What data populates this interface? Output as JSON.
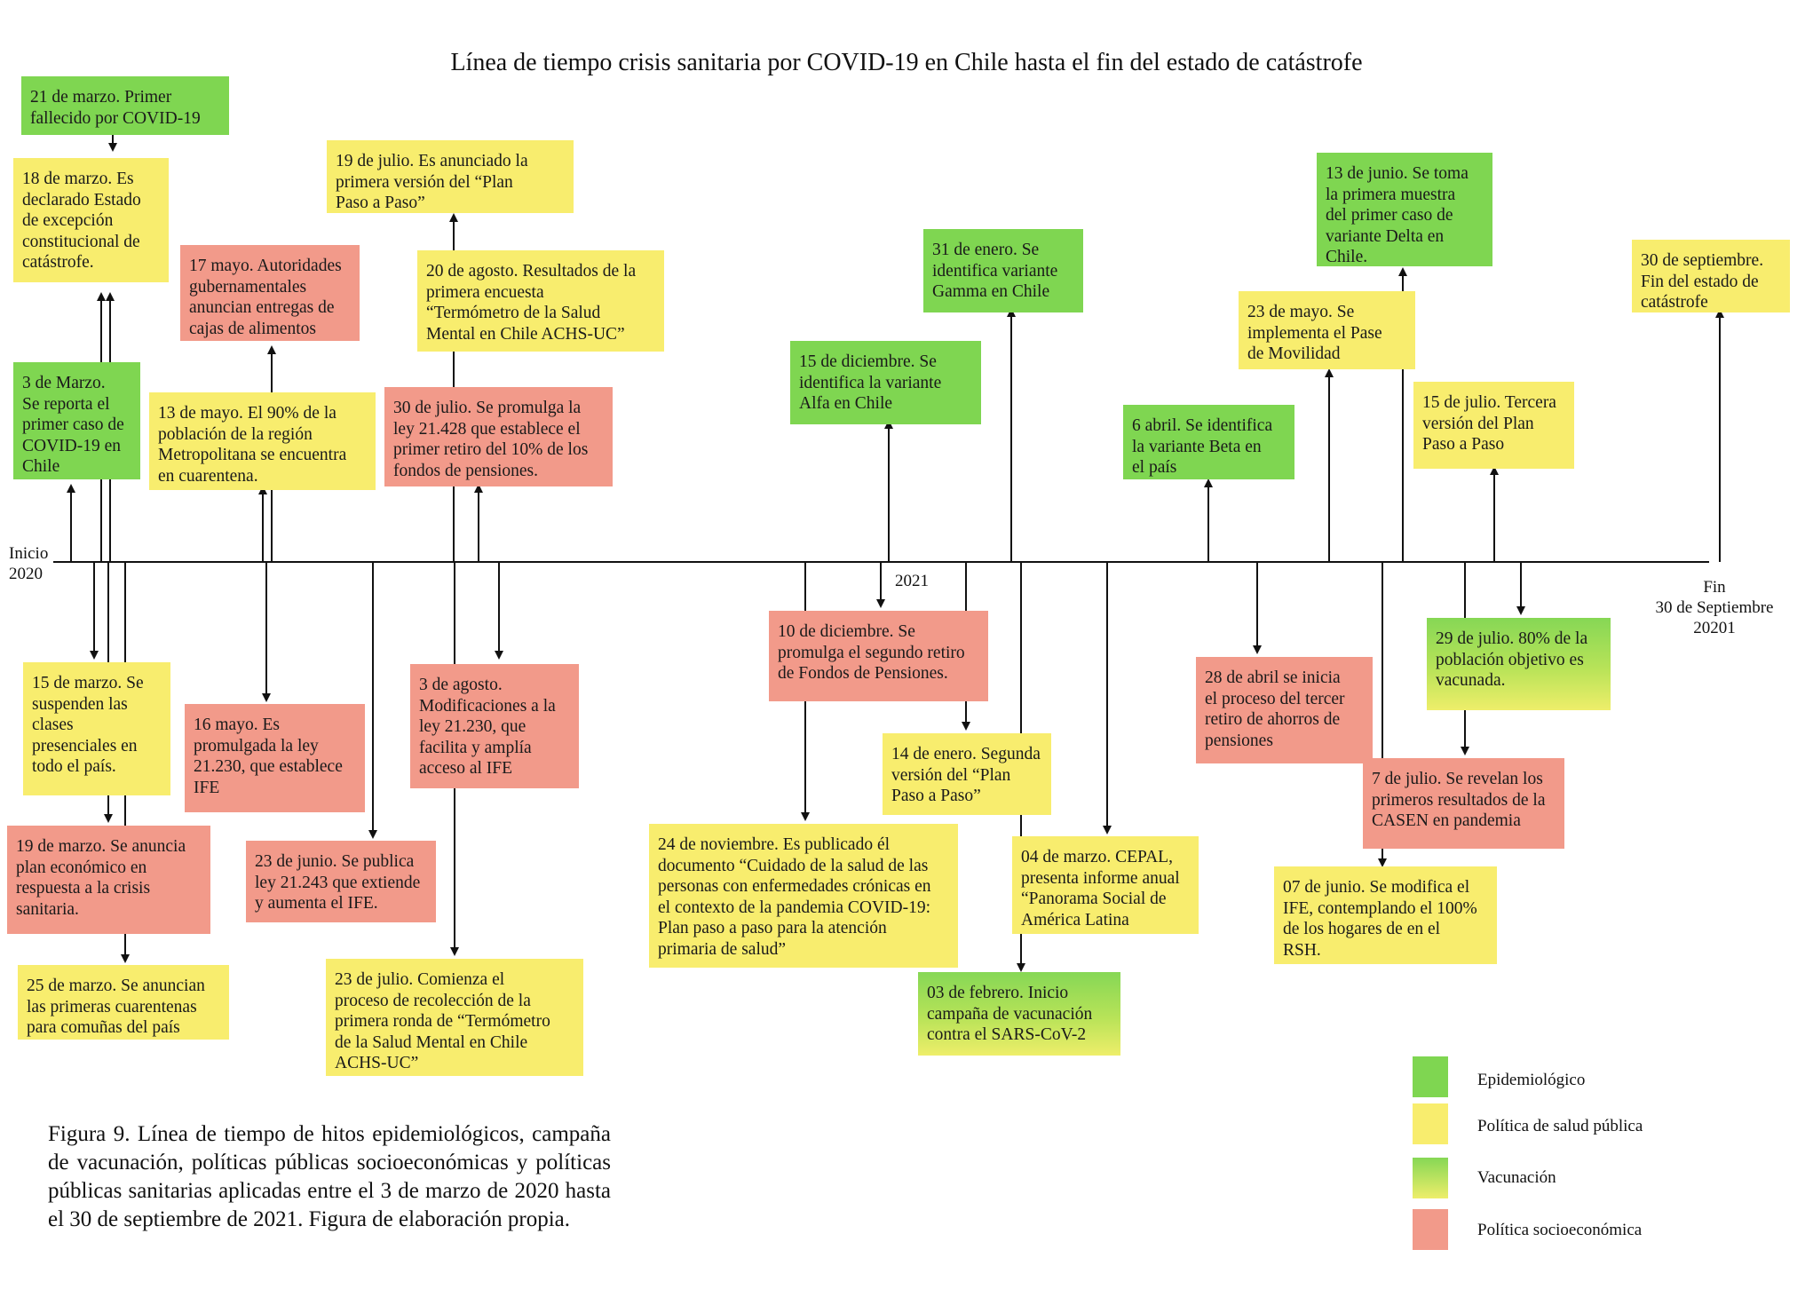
{
  "title": "Línea de tiempo crisis sanitaria por COVID-19 en Chile hasta el fin del estado de catástrofe",
  "timeline_labels": {
    "start": [
      "Inicio",
      "2020"
    ],
    "mid": "2021",
    "end": [
      "Fin",
      "30 de Septiembre",
      "20201"
    ]
  },
  "colors": {
    "epidemiologico": "#7fd651",
    "politica_salud": "#f8ed6e",
    "socioeconomica": "#f29a8a",
    "vacunacion_top": "#86d755",
    "vacunacion_bottom": "#eeee6a",
    "line": "#111111"
  },
  "events": [
    {
      "id": "e01",
      "category": "epidemiologico",
      "text": [
        "21 de marzo. Primer",
        "fallecido por COVID-19"
      ]
    },
    {
      "id": "e02",
      "category": "politica_salud",
      "text": [
        "18 de marzo. Es",
        "declarado Estado",
        "de excepción",
        "constitucional de",
        "catástrofe."
      ]
    },
    {
      "id": "e03",
      "category": "epidemiologico",
      "text": [
        "3 de Marzo.",
        "Se reporta el",
        "primer caso de",
        "COVID-19 en",
        "Chile"
      ]
    },
    {
      "id": "e04",
      "category": "socioeconomica",
      "text": [
        "17 mayo. Autoridades",
        "gubernamentales",
        "anuncian entregas de",
        "cajas de alimentos"
      ]
    },
    {
      "id": "e05",
      "category": "politica_salud",
      "text": [
        "13 de mayo. El 90% de la",
        "población de la región",
        "Metropolitana se encuentra",
        "en cuarentena."
      ]
    },
    {
      "id": "e06",
      "category": "politica_salud",
      "text": [
        "19 de julio. Es anunciado la",
        "primera versión del “Plan",
        "Paso a Paso”"
      ]
    },
    {
      "id": "e07",
      "category": "politica_salud",
      "text": [
        "20 de agosto. Resultados de la",
        "primera encuesta",
        "“Termómetro de la Salud",
        "Mental en Chile ACHS-UC”"
      ]
    },
    {
      "id": "e08",
      "category": "socioeconomica",
      "text": [
        "30 de julio. Se promulga la",
        "ley 21.428 que establece el",
        "primer retiro del 10% de los",
        "fondos de pensiones."
      ]
    },
    {
      "id": "e09",
      "category": "epidemiologico",
      "text": [
        "15 de diciembre. Se",
        "identifica la variante",
        "Alfa en Chile"
      ]
    },
    {
      "id": "e10",
      "category": "epidemiologico",
      "text": [
        "31 de enero. Se",
        "identifica variante",
        "Gamma en Chile"
      ]
    },
    {
      "id": "e11",
      "category": "epidemiologico",
      "text": [
        "6 abril. Se identifica",
        "la variante Beta en",
        "el país"
      ]
    },
    {
      "id": "e12",
      "category": "politica_salud",
      "text": [
        "23 de mayo. Se",
        "implementa el Pase",
        "de Movilidad"
      ]
    },
    {
      "id": "e13",
      "category": "epidemiologico",
      "text": [
        "13 de junio. Se toma",
        "la primera muestra",
        "del primer caso de",
        "variante Delta en",
        "Chile."
      ]
    },
    {
      "id": "e14",
      "category": "politica_salud",
      "text": [
        "15 de julio. Tercera",
        "versión del Plan",
        "Paso a Paso"
      ]
    },
    {
      "id": "e15",
      "category": "politica_salud",
      "text": [
        "30 de septiembre.",
        "Fin del estado de",
        "catástrofe"
      ]
    },
    {
      "id": "e16",
      "category": "politica_salud",
      "text": [
        "15 de marzo. Se",
        "suspenden las",
        "clases",
        "presenciales en",
        "todo el país."
      ]
    },
    {
      "id": "e17",
      "category": "socioeconomica",
      "text": [
        "19 de marzo. Se anuncia",
        "plan económico en",
        "respuesta a la crisis",
        "sanitaria."
      ]
    },
    {
      "id": "e18",
      "category": "politica_salud",
      "text": [
        "25 de marzo. Se anuncian",
        "las primeras cuarentenas",
        "para comuñas del país"
      ]
    },
    {
      "id": "e19",
      "category": "socioeconomica",
      "text": [
        "16 mayo. Es",
        "promulgada la ley",
        "21.230, que establece",
        "IFE"
      ]
    },
    {
      "id": "e20",
      "category": "socioeconomica",
      "text": [
        "23 de junio. Se publica",
        "ley 21.243 que extiende",
        "y aumenta el IFE."
      ]
    },
    {
      "id": "e21",
      "category": "socioeconomica",
      "text": [
        "3 de agosto.",
        "Modificaciones a la",
        "ley 21.230, que",
        "facilita y amplía",
        "acceso al IFE"
      ]
    },
    {
      "id": "e22",
      "category": "politica_salud",
      "text": [
        "23 de julio. Comienza el",
        "proceso de recolección de la",
        "primera ronda de “Termómetro",
        "de la Salud Mental en Chile",
        "ACHS-UC”"
      ]
    },
    {
      "id": "e23",
      "category": "socioeconomica",
      "text": [
        "10 de diciembre. Se",
        "promulga el segundo retiro",
        "de Fondos de Pensiones."
      ]
    },
    {
      "id": "e24",
      "category": "politica_salud",
      "text": [
        "14 de enero. Segunda",
        "versión del “Plan",
        "Paso a Paso”"
      ]
    },
    {
      "id": "e25",
      "category": "politica_salud",
      "text": [
        "24 de noviembre. Es publicado él",
        "documento “Cuidado de la salud de las",
        "personas con enfermedades crónicas en",
        "el contexto de la pandemia COVID-19:",
        "Plan paso a paso para la atención",
        "primaria de salud”"
      ]
    },
    {
      "id": "e26",
      "category": "politica_salud",
      "text": [
        "04 de marzo. CEPAL,",
        "presenta informe anual",
        "“Panorama Social de",
        "América  Latina"
      ]
    },
    {
      "id": "e27",
      "category": "vacunacion",
      "text": [
        "03 de febrero. Inicio",
        "campaña de vacunación",
        "contra el SARS-CoV-2"
      ]
    },
    {
      "id": "e28",
      "category": "socioeconomica",
      "text": [
        "28 de abril se inicia",
        "el proceso del tercer",
        "retiro de ahorros de",
        "pensiones"
      ]
    },
    {
      "id": "e29",
      "category": "vacunacion",
      "text": [
        "29 de julio. 80% de la",
        "población objetivo es",
        "vacunada."
      ]
    },
    {
      "id": "e30",
      "category": "socioeconomica",
      "text": [
        "7 de julio. Se revelan los",
        "primeros resultados de la",
        "CASEN en pandemia"
      ]
    },
    {
      "id": "e31",
      "category": "politica_salud",
      "text": [
        "07 de junio. Se modifica el",
        "IFE, contemplando el 100%",
        "de los hogares de en el",
        "RSH."
      ]
    }
  ],
  "legend": [
    {
      "category": "epidemiologico",
      "label": "Epidemiológico"
    },
    {
      "category": "politica_salud",
      "label": "Política de salud pública"
    },
    {
      "category": "vacunacion",
      "label": "Vacunación"
    },
    {
      "category": "socioeconomica",
      "label": "Política socioeconómica"
    }
  ],
  "caption": "Figura 9.  Línea de tiempo de hitos epidemiológicos, campaña de vacunación, políticas públicas socioeconómicas y políticas públicas sanitarias aplicadas entre el 3 de marzo de 2020 hasta el 30 de septiembre de 2021. Figura de elaboración propia."
}
